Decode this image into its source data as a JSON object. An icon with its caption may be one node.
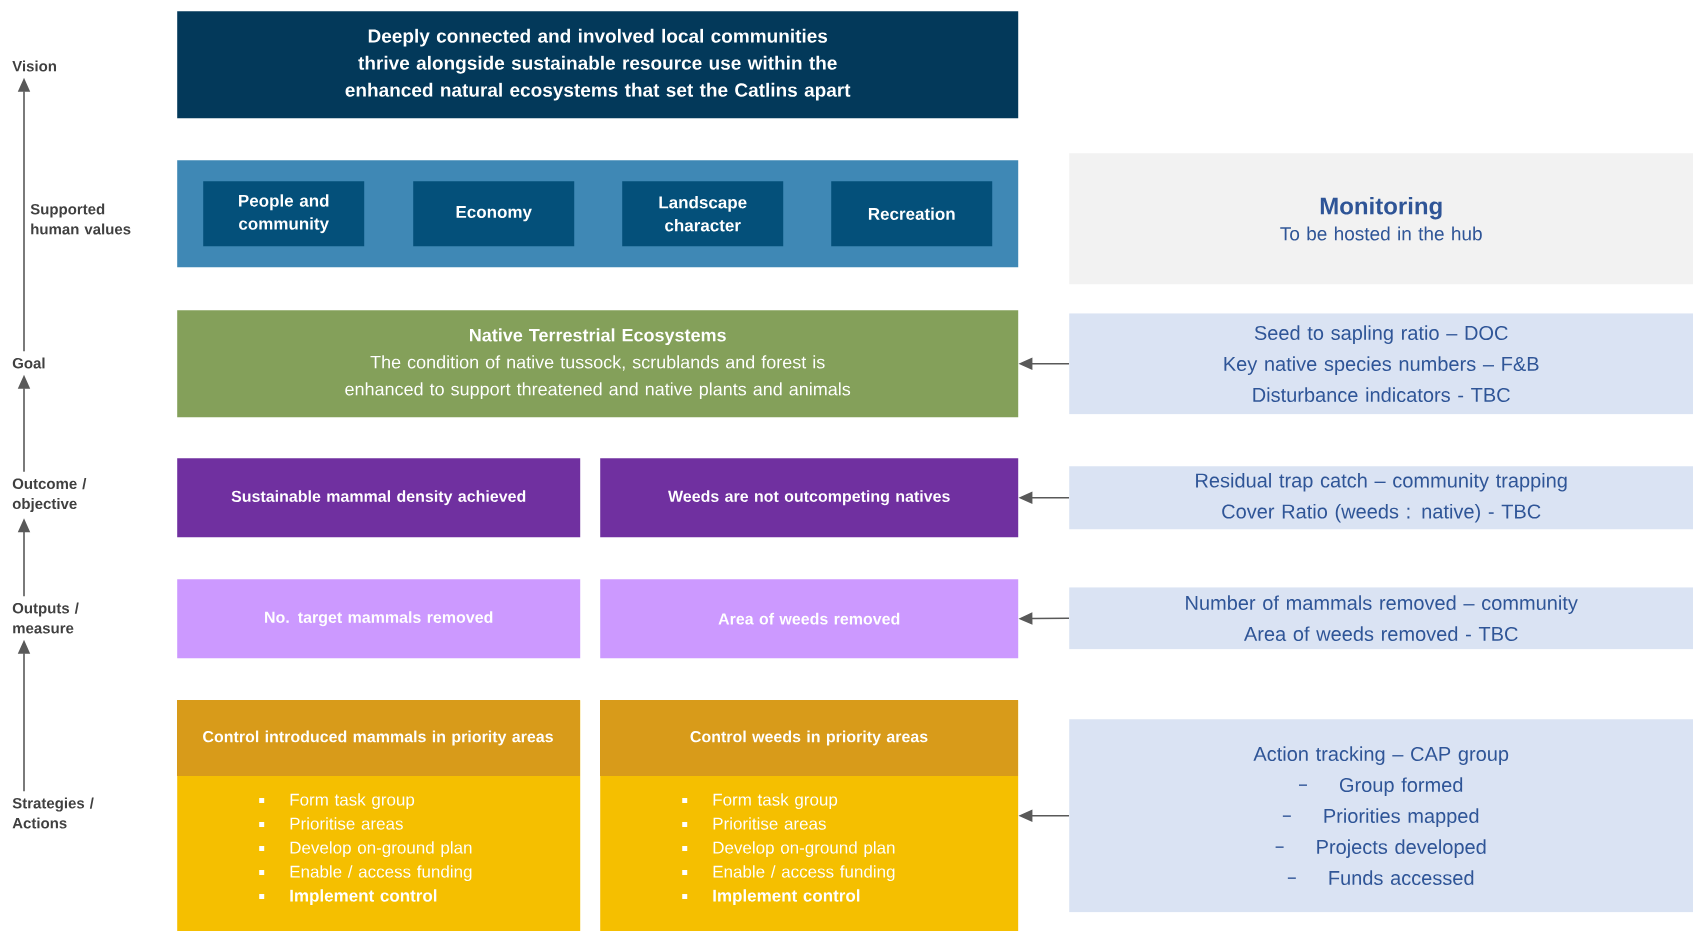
{
  "diagram": {
    "nodes": [
      {
        "text": [
          "Vision"
        ]
      },
      {
        "text": [
          "Deeply connected and involved local communities thrive alongside sustainable resource use within the enhanced natural ecosystems that set the Catlins apart"
        ]
      },
      {
        "text": [
          "Supported human values"
        ]
      },
      {
        "text": [],
        "shape": "box"
      },
      {
        "text": [
          "People and community"
        ],
        "in": 3
      },
      {
        "text": [
          "Economy"
        ],
        "in": 3
      },
      {
        "text": [
          "Landscape character"
        ],
        "in": 3
      },
      {
        "text": [
          "Recreation"
        ],
        "in": 3
      },
      {
        "text": [
          "Monitoring",
          "To be hosted in the hub"
        ]
      },
      {
        "text": [
          "Goal"
        ]
      },
      {
        "text": [
          "Native Terrestrial Ecosystems",
          "The condition of native tussock, scrublands and forest is enhanced to support threatened and native plants and animals"
        ]
      },
      {
        "text": [
          "Seed to sapling ratio – DOC",
          "Key native species numbers – F&B",
          "Disturbance indicators - TBC"
        ]
      },
      {
        "text": [
          "Outcome / objective"
        ]
      },
      {
        "text": [
          "Sustainable mammal density achieved"
        ]
      },
      {
        "text": [
          "Weeds are not outcompeting natives"
        ]
      },
      {
        "text": [
          "Residual trap catch – community trapping",
          "Cover Ratio (weeds : native) - TBC"
        ]
      },
      {
        "text": [
          "Outputs / measure"
        ]
      },
      {
        "text": [
          "No. target mammals removed"
        ]
      },
      {
        "text": [
          "Area of weeds removed"
        ]
      },
      {
        "text": [
          "Number of mammals removed – community",
          "Area of weeds removed - TBC"
        ]
      },
      {
        "text": [
          "Strategies / Actions"
        ]
      },
      {
        "text": [
          "Control introduced mammals in priority areas",
          "Form task group",
          "Prioritise areas",
          "Develop on-ground plan",
          "Enable / access funding",
          "Implement control"
        ]
      },
      {
        "text": [
          "Control weeds in priority areas",
          "Form task group",
          "Prioritise areas",
          "Develop on-ground plan",
          "Enable / access funding",
          "Implement control"
        ]
      },
      {
        "text": [
          "Action tracking – CAP group",
          "Group formed",
          "Priorities mapped",
          "Projects developed",
          "Funds accessed"
        ]
      }
    ],
    "edges": [
      {
        "from": 9,
        "to": 0,
        "arrow": "to"
      },
      {
        "from": 12,
        "to": 9,
        "arrow": "to"
      },
      {
        "from": 16,
        "to": 12,
        "arrow": "to"
      },
      {
        "from": 20,
        "to": 16,
        "arrow": "to"
      },
      {
        "from": 11,
        "to": 10,
        "arrow": "to"
      },
      {
        "from": 15,
        "to": 14,
        "arrow": "to"
      },
      {
        "from": 19,
        "to": 18,
        "arrow": "to"
      },
      {
        "from": 23,
        "to": 22,
        "arrow": "to"
      }
    ]
  }
}
